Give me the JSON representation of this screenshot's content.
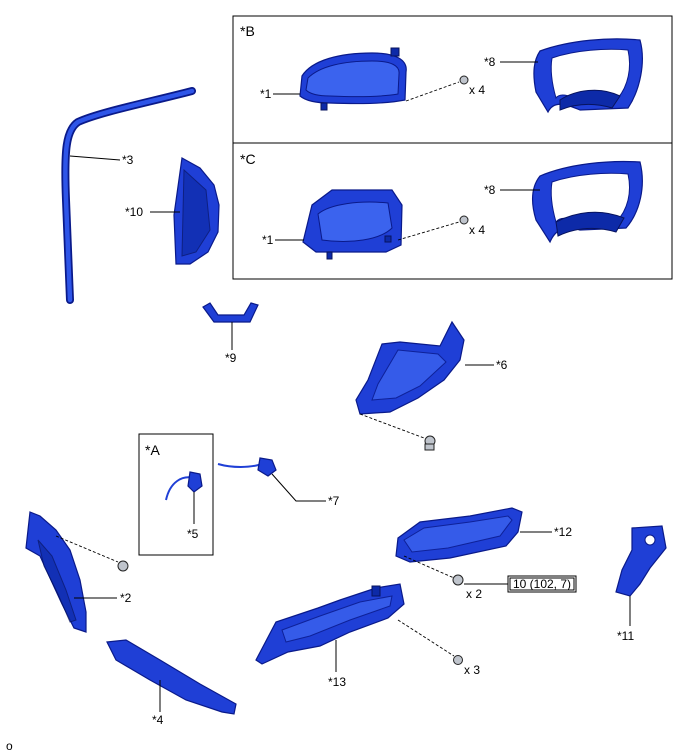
{
  "labels": {
    "c1_b": "*1",
    "c1_c": "*1",
    "c2": "*2",
    "c3": "*3",
    "c4": "*4",
    "c5": "*5",
    "c6": "*6",
    "c7": "*7",
    "c8_b": "*8",
    "c8_c": "*8",
    "c9": "*9",
    "c10": "*10",
    "c11": "*11",
    "c12": "*12",
    "c13": "*13"
  },
  "groups": {
    "a": "*A",
    "b": "*B",
    "c": "*C"
  },
  "quantities": {
    "b_screws": "x 4",
    "c_screws": "x 4",
    "c12_bolts": "x 2",
    "c13_screws": "x 3"
  },
  "torque": "10 (102, 7)",
  "footer_id": "o",
  "colors": {
    "part": "#1f3fd6",
    "part_dark": "#0d2aa8",
    "line": "#000000"
  }
}
